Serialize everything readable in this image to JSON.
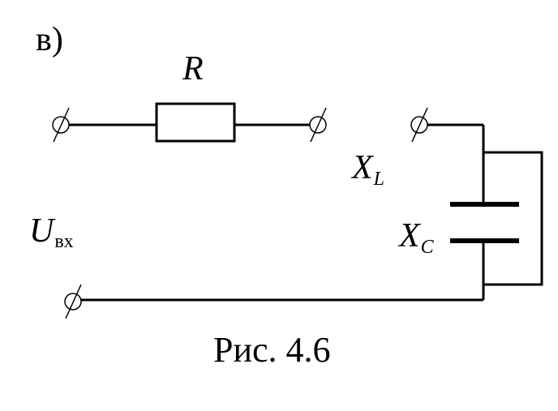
{
  "figure": {
    "panel_letter": "в)",
    "caption": "Рис. 4.6"
  },
  "labels": {
    "resistor": "R",
    "inductor_main": "X",
    "inductor_sub": "L",
    "capacitor_main": "X",
    "capacitor_sub": "C",
    "input_voltage_main": "U",
    "input_voltage_sub": "вх"
  },
  "colors": {
    "line": "#000000",
    "background": "#ffffff"
  }
}
